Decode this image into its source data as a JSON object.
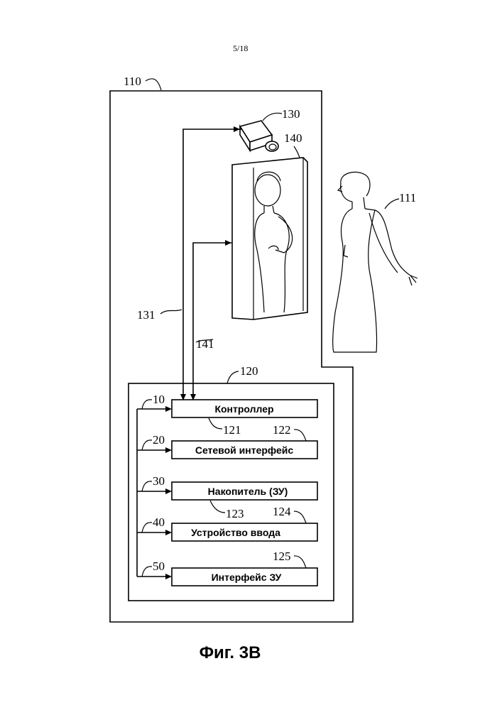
{
  "page_number": "5/18",
  "caption": "Фиг. 3В",
  "refs": {
    "system": "110",
    "camera": "130",
    "display": "140",
    "user": "111",
    "line_camera": "131",
    "line_display": "141",
    "control_unit": "120",
    "bus_10": "10",
    "bus_20": "20",
    "bus_30": "30",
    "bus_40": "40",
    "bus_50": "50",
    "ref_121": "121",
    "ref_122": "122",
    "ref_123": "123",
    "ref_124": "124",
    "ref_125": "125"
  },
  "blocks": {
    "controller": "Контроллер",
    "network": "Сетевой интерфейс",
    "storage": "Накопитель (ЗУ)",
    "input": "Устройство ввода",
    "memory_if": "Интерфейс ЗУ"
  }
}
